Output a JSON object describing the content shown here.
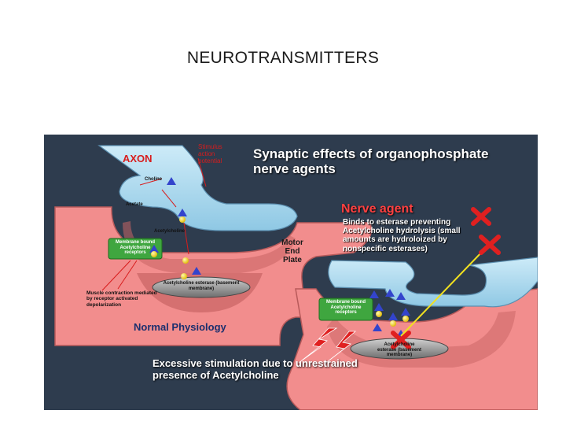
{
  "slide": {
    "title": "NEUROTRANSMITTERS"
  },
  "diagram": {
    "heading": "Synaptic effects of organophosphate nerve agents",
    "axon": "AXON",
    "stimulus": "Stimulus action potential",
    "choline": "Choline",
    "acetate": "Acetate",
    "acetylcholine": "Acetylcholine",
    "receptors_normal": "Membrane bound Acetylcholine receptors",
    "esterase_normal": "Acetylcholine esterase (basement membrane)",
    "motor_end_plate": "Motor End Plate",
    "muscle_note": "Muscle contraction mediated by receptor activated depolarization",
    "normal_physiology": "Normal Physiology",
    "nerve_agent": "Nerve agent",
    "binds_text": "Binds to esterase preventing Acetylcholine hydrolysis (small amounts are hydroloized by nonspecific esterases)",
    "receptors_agent": "Membrane bound Acetylcholine receptors",
    "esterase_agent": "Acetylcholine esterase (basement membrane)",
    "excessive": "Excessive stimulation due to unrestrained presence of Acetylcholine",
    "colors": {
      "background": "#2e3c4e",
      "tissue": "#f28d8d",
      "axon_terminal": "#a9d8ef",
      "receptor": "#3fa63f",
      "esterase": "#8f8f8f",
      "alert": "#e02020",
      "agent_line": "#f0e020"
    }
  }
}
